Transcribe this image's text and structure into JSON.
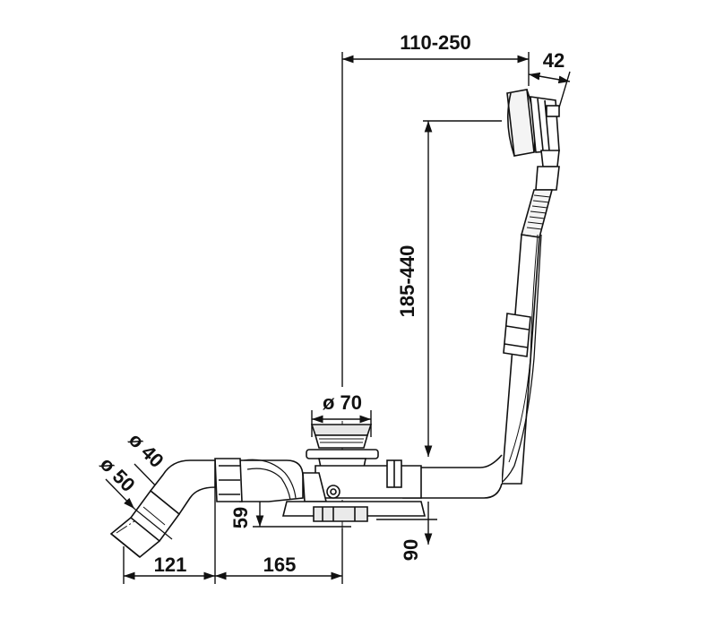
{
  "dimensions": {
    "overflow_reach": "110-250",
    "overflow_depth": "42",
    "overflow_height": "185-440",
    "waste_diameter": "ø 70",
    "outlet_inner_diameter": "ø 40",
    "outlet_outer_diameter": "ø 50",
    "outlet_offset": "121",
    "trap_length": "165",
    "trap_height": "59",
    "installation_height": "90"
  }
}
